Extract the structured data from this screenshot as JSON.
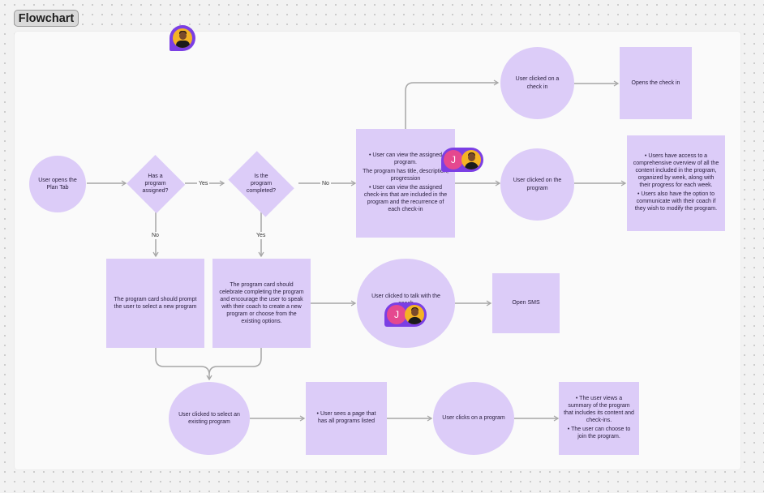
{
  "frame_title": "Flowchart",
  "colors": {
    "node_fill": "#dcccf8",
    "arrow": "#a6a6a6",
    "cursor": "#7b3fe4",
    "avatar_j": "#e5488f"
  },
  "nodes": {
    "open_plan_tab": "User opens the Plan Tab",
    "program_assigned": "Has a program assigned?",
    "program_completed": "Is the program completed?",
    "view_assigned": {
      "items": [
        "User can view the assigned program.",
        "The program has title, description, progression",
        "User can view the assigned check-ins that are included in the program and the recurrence of each check-in"
      ]
    },
    "clicked_check_in": "User clicked on a check in",
    "opens_check_in": "Opens the check in",
    "clicked_program": "User clicked on the program",
    "overview": {
      "items": [
        "Users have access to a comprehensive overview of all the content included in the program, organized by week, along with their progress for each week.",
        "Users also have the option to communicate with their coach if they wish to modify the program."
      ]
    },
    "prompt_new_program": "The program card should prompt the user to select a new program",
    "celebrate": "The program card should celebrate completing the program and encourage the user to speak with their coach to create a new program or choose from the existing options.",
    "talk_coach": "User clicked to talk with the coach",
    "open_sms": "Open SMS",
    "select_existing": "User clicked to select an existing program",
    "all_programs": {
      "items": [
        "User sees a page that has all programs listed"
      ]
    },
    "clicks_program": "User clicks on a program",
    "summary": {
      "items": [
        "The user views a summary of the program that includes its content and check-ins.",
        "The user can choose to join the program."
      ]
    }
  },
  "edge_labels": {
    "assigned_yes": "Yes",
    "completed_no": "No",
    "assigned_no": "No",
    "completed_yes": "Yes"
  },
  "collaborators": {
    "initial": "J",
    "icon": "user-avatar-icon"
  }
}
